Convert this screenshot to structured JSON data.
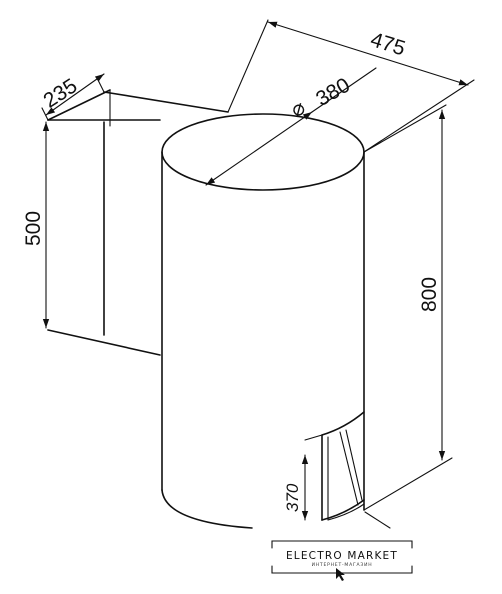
{
  "dimensions": {
    "width_total": "475",
    "depth_mount": "235",
    "diameter": "380",
    "diameter_symbol": "⌀",
    "height_mount": "500",
    "height_body": "800",
    "panel_height": "370"
  },
  "watermark": {
    "brand": "ELECTRO MARKET",
    "tagline": "ИНТЕРНЕТ-МАГАЗИН"
  }
}
